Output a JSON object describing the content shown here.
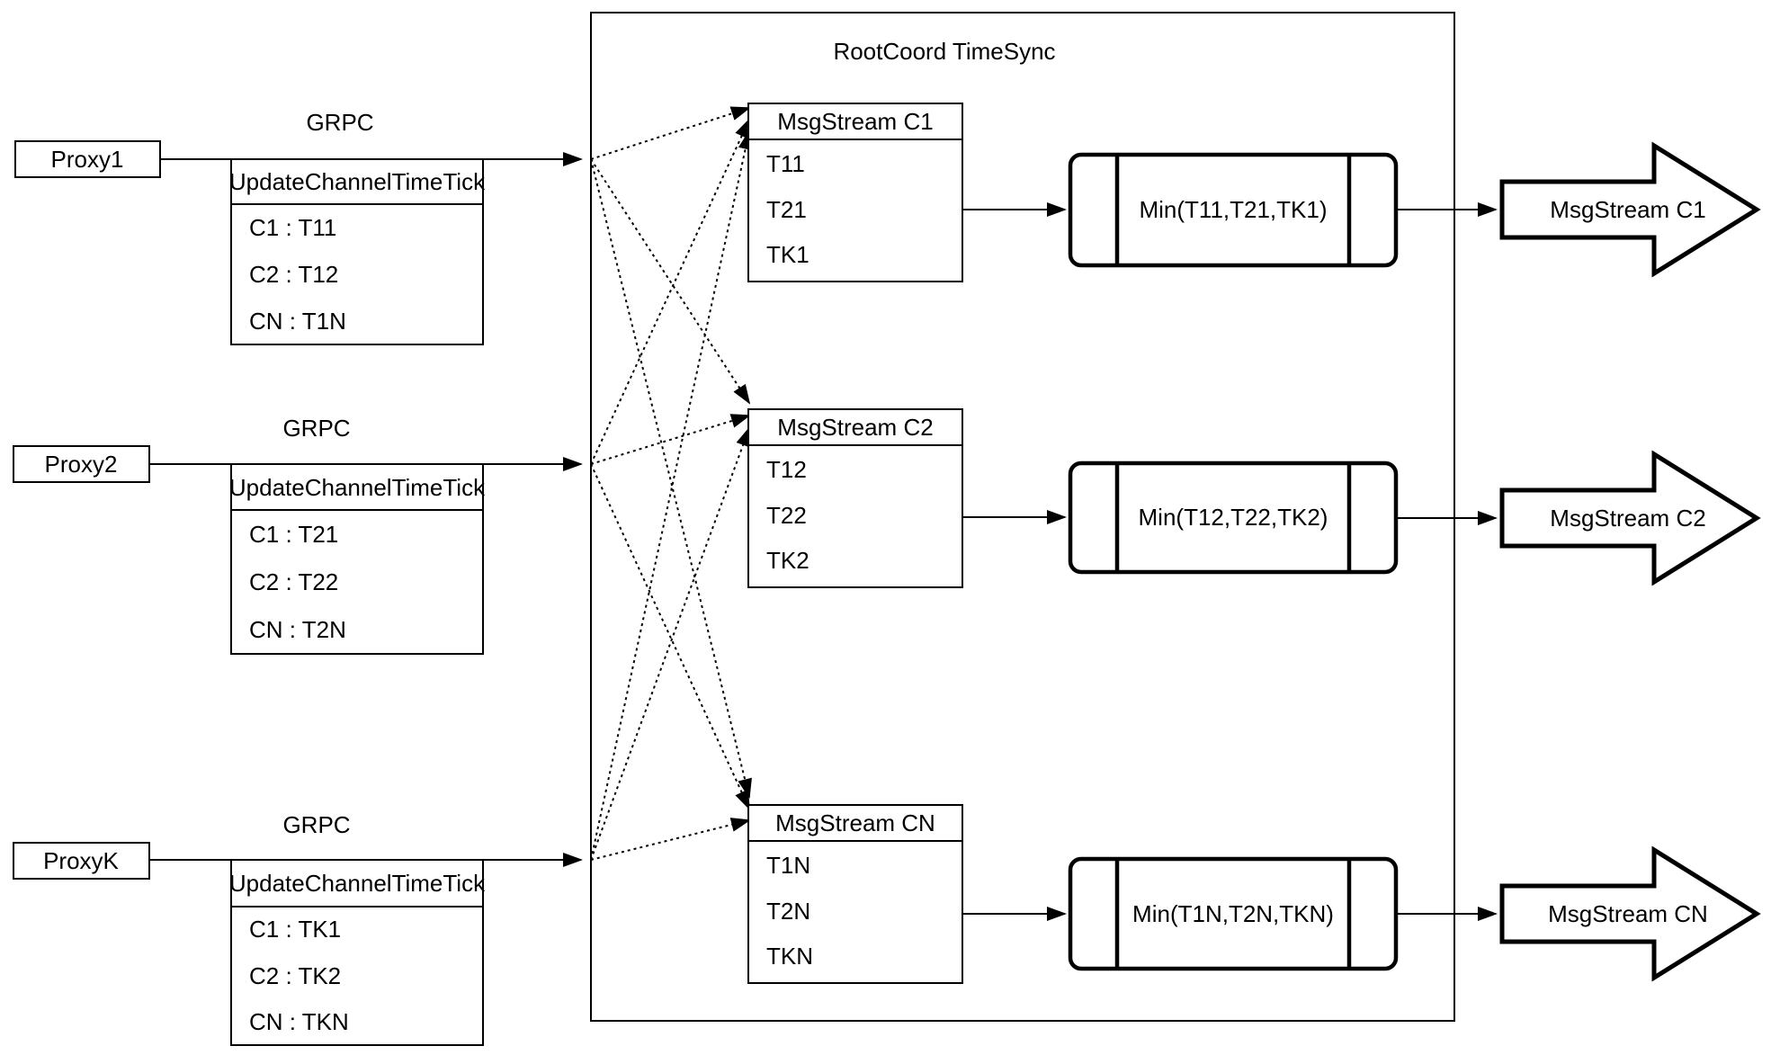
{
  "diagram": {
    "title": "RootCoord TimeSync",
    "colors": {
      "stroke": "#000000",
      "background": "#ffffff"
    },
    "proxies": [
      {
        "name": "Proxy1",
        "protocol": "GRPC",
        "message": {
          "title": "UpdateChannelTimeTick",
          "rows": [
            "C1 :  T11",
            "C2 :  T12",
            "CN : T1N"
          ]
        }
      },
      {
        "name": "Proxy2",
        "protocol": "GRPC",
        "message": {
          "title": "UpdateChannelTimeTick",
          "rows": [
            "C1 :  T21",
            "C2 :  T22",
            "CN : T2N"
          ]
        }
      },
      {
        "name": "ProxyK",
        "protocol": "GRPC",
        "message": {
          "title": "UpdateChannelTimeTick",
          "rows": [
            "C1 :  TK1",
            "C2 :  TK2",
            "CN : TKN"
          ]
        }
      }
    ],
    "streams": [
      {
        "title": "MsgStream C1",
        "values": [
          "T11",
          "T21",
          "TK1"
        ],
        "min_label": "Min(T11,T21,TK1)",
        "output_label": "MsgStream C1"
      },
      {
        "title": "MsgStream C2",
        "values": [
          "T12",
          "T22",
          "TK2"
        ],
        "min_label": "Min(T12,T22,TK2)",
        "output_label": "MsgStream C2"
      },
      {
        "title": "MsgStream CN",
        "values": [
          "T1N",
          "T2N",
          "TKN"
        ],
        "min_label": "Min(T1N,T2N,TKN)",
        "output_label": "MsgStream CN"
      }
    ]
  }
}
